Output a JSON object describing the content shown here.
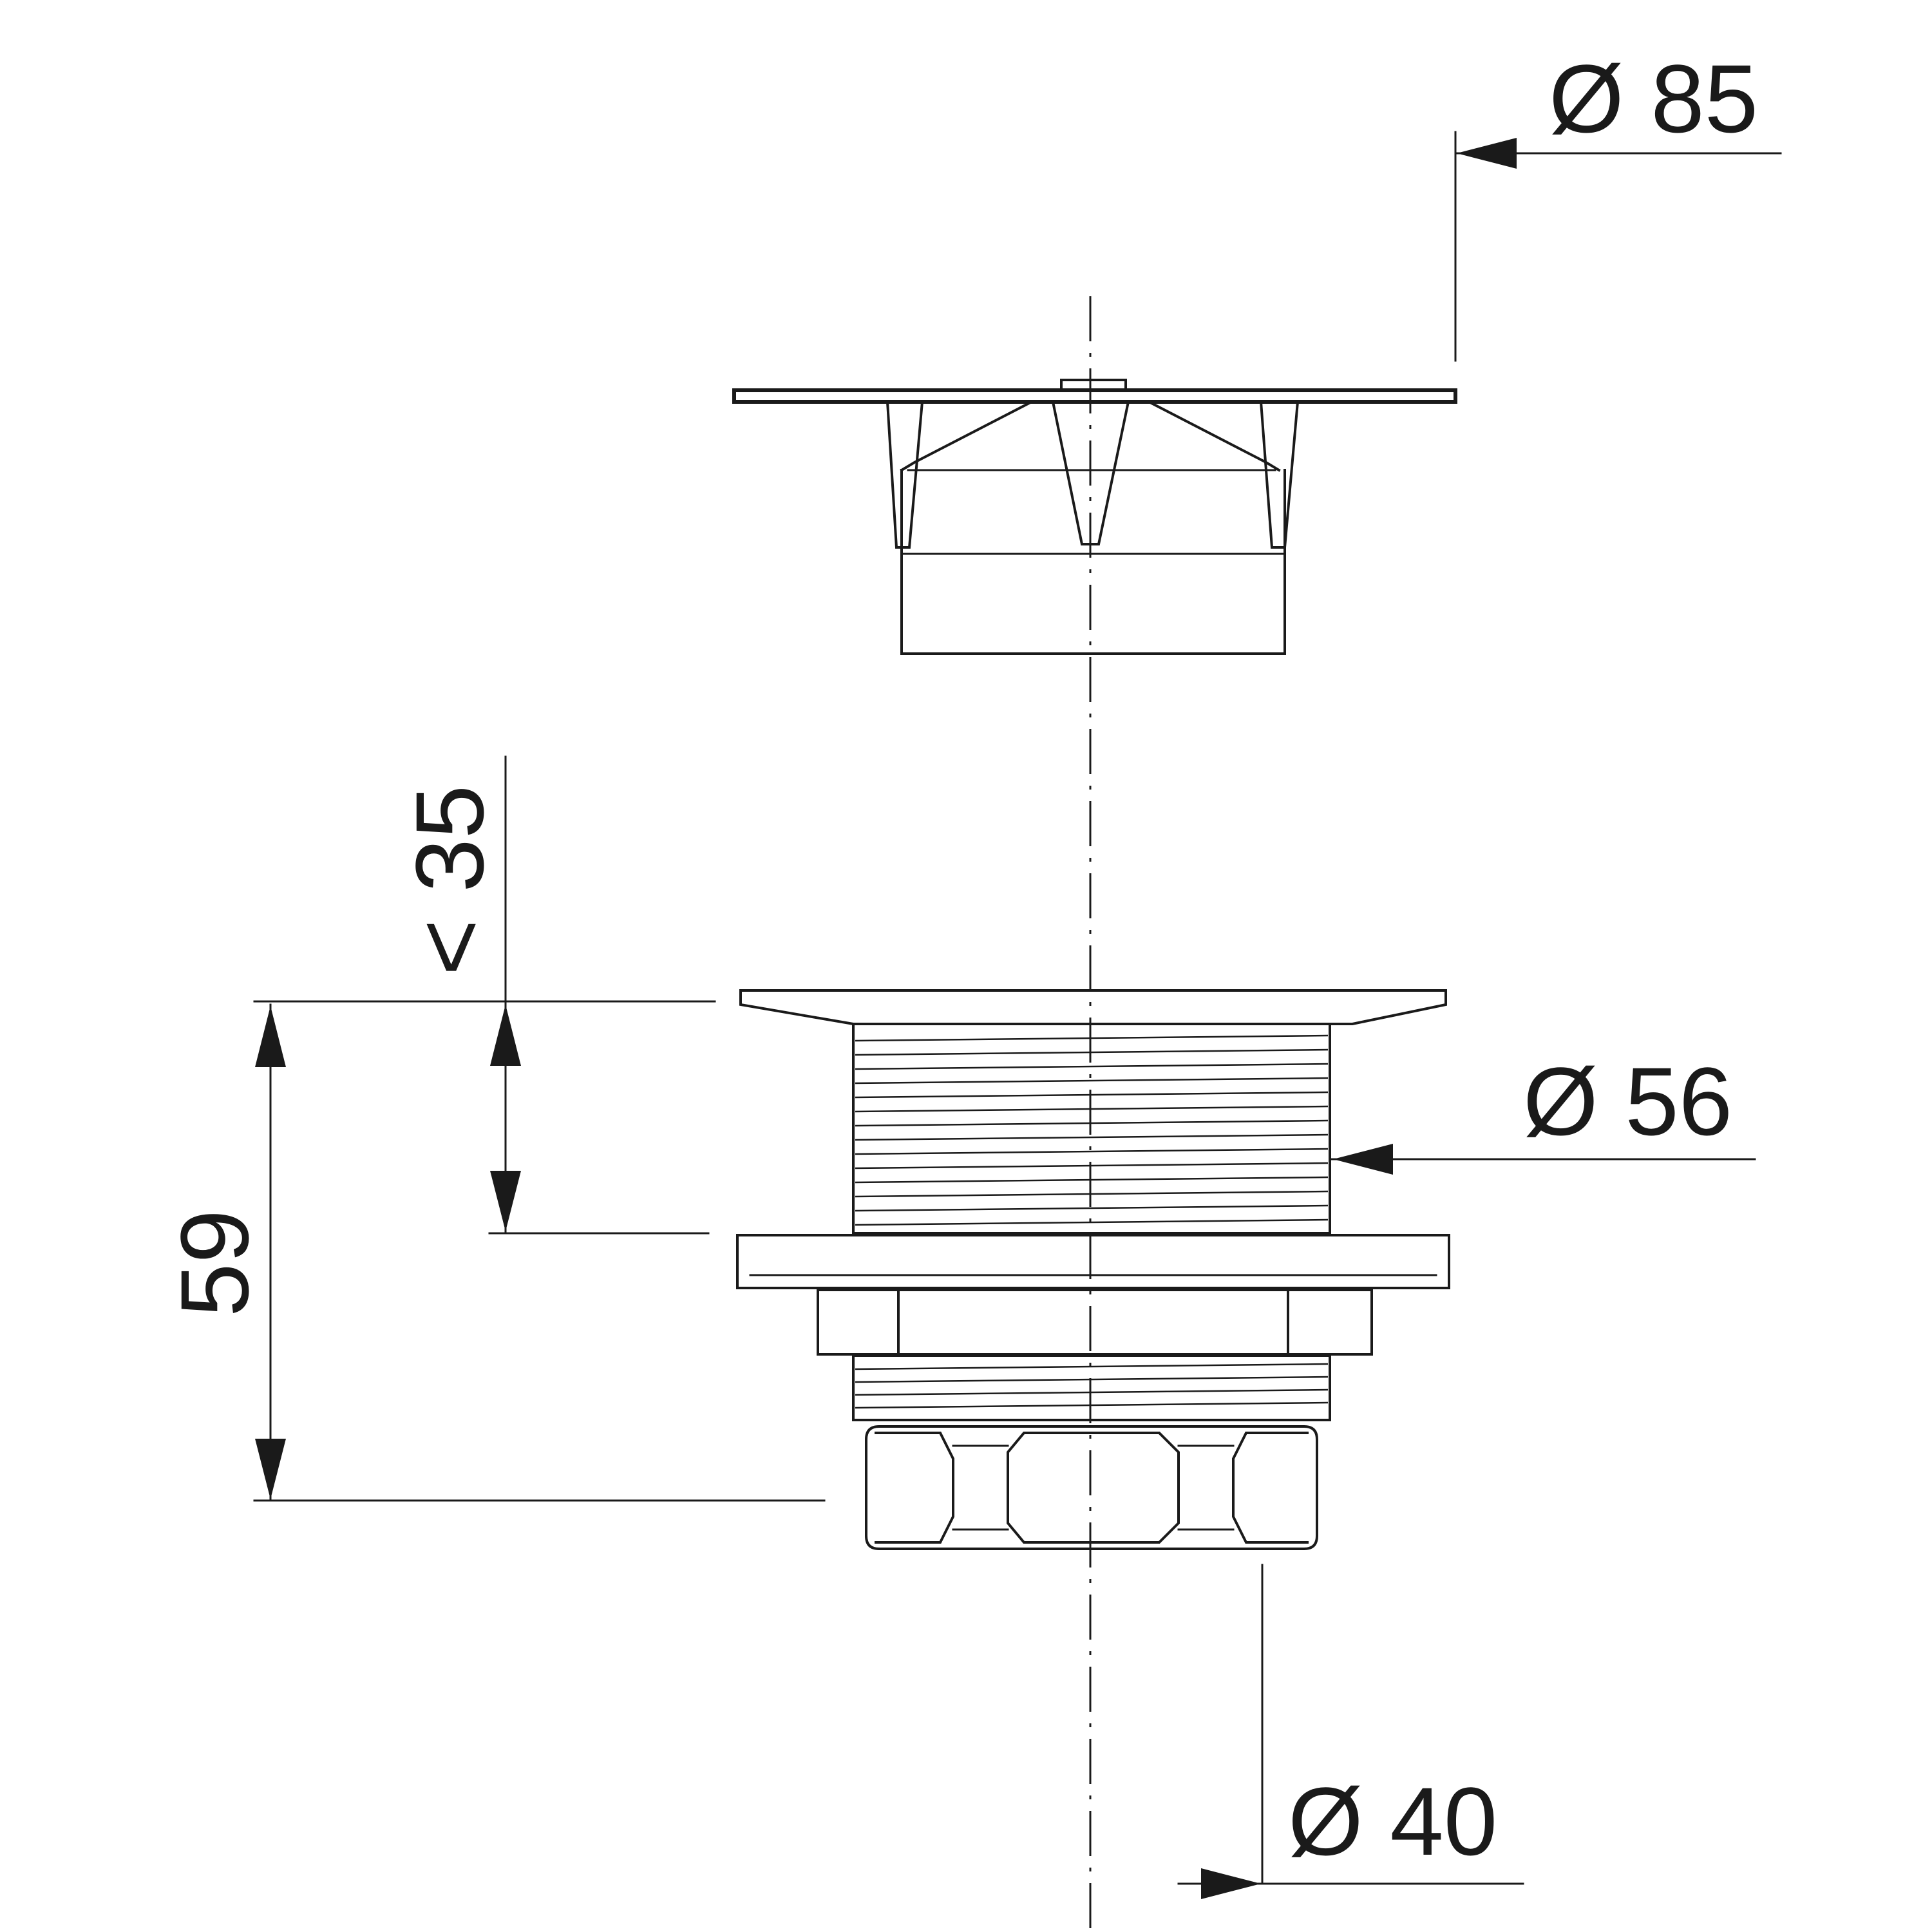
{
  "dimensions": {
    "diameter_top": "Ø 85",
    "diameter_body": "Ø 56",
    "diameter_bottom": "Ø 40",
    "height_max_thickness": "< 35",
    "height_total": "59"
  }
}
